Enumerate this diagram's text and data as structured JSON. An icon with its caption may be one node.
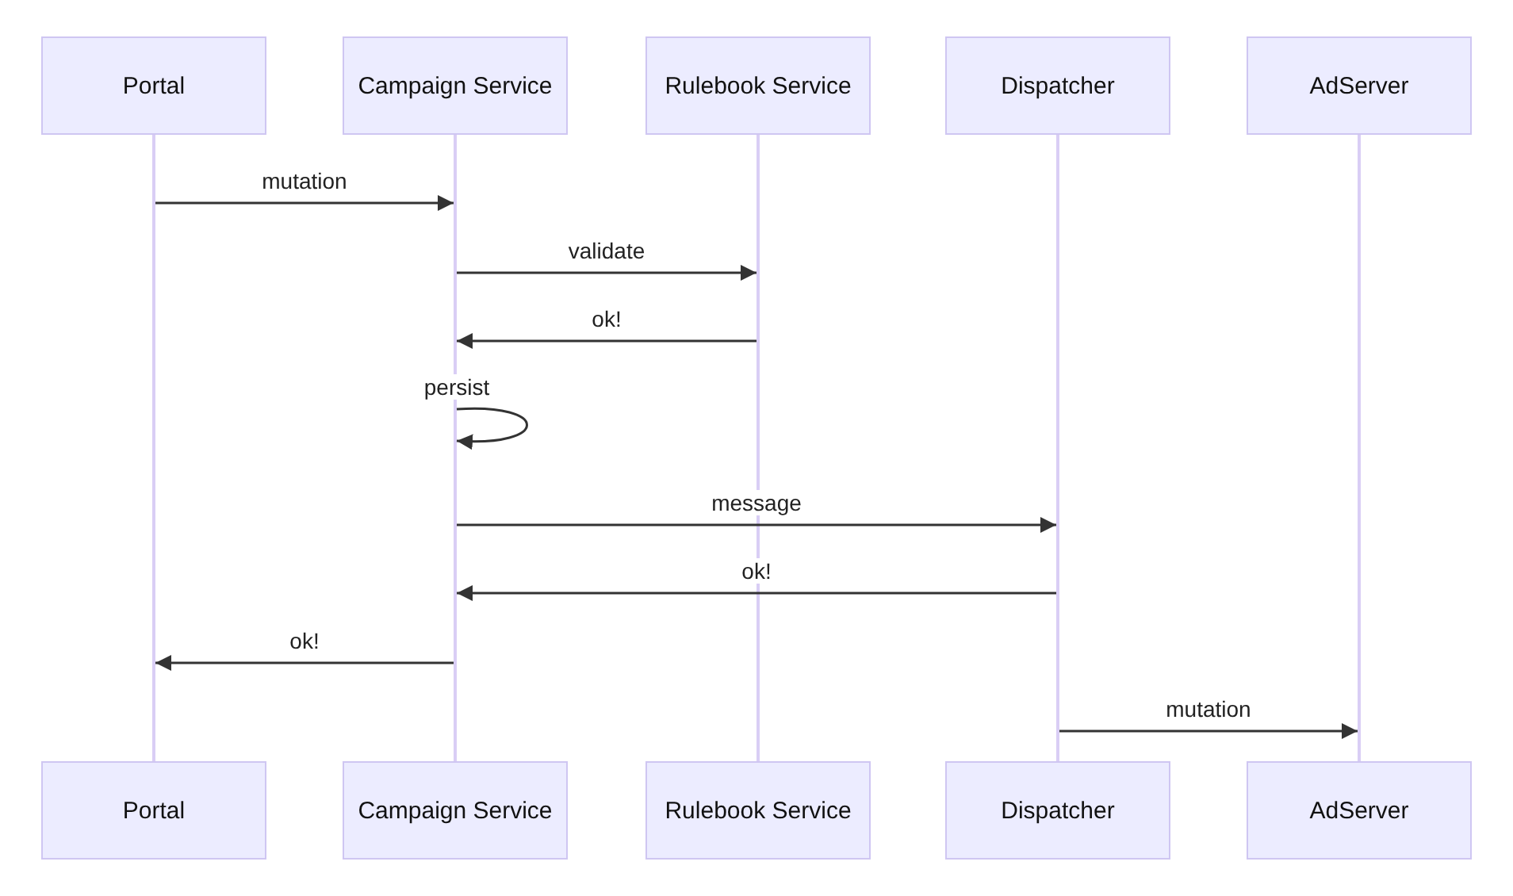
{
  "diagram": {
    "nodes": [
      {
        "text": [
          "Portal"
        ]
      },
      {
        "text": [
          "Campaign Service"
        ]
      },
      {
        "text": [
          "Rulebook Service"
        ]
      },
      {
        "text": [
          "Dispatcher"
        ]
      },
      {
        "text": [
          "AdServer"
        ]
      },
      {
        "text": [],
        "shape": "line"
      },
      {
        "text": [],
        "shape": "line"
      },
      {
        "text": [],
        "shape": "line"
      },
      {
        "text": [],
        "shape": "line"
      },
      {
        "text": [],
        "shape": "line"
      },
      {
        "text": [
          "Portal"
        ]
      },
      {
        "text": [
          "Campaign Service"
        ]
      },
      {
        "text": [
          "Rulebook Service"
        ]
      },
      {
        "text": [
          "Dispatcher"
        ]
      },
      {
        "text": [
          "AdServer"
        ]
      }
    ],
    "edges": [
      {
        "from": 5,
        "to": 6,
        "arrow": "to",
        "label": "mutation"
      },
      {
        "from": 6,
        "to": 7,
        "arrow": "to",
        "label": "validate"
      },
      {
        "from": 7,
        "to": 6,
        "arrow": "to",
        "label": "ok!"
      },
      {
        "from": 6,
        "to": 6,
        "arrow": "to",
        "label": "persist"
      },
      {
        "from": 6,
        "to": 8,
        "arrow": "to",
        "label": "message"
      },
      {
        "from": 8,
        "to": 6,
        "arrow": "to",
        "label": "ok!"
      },
      {
        "from": 6,
        "to": 5,
        "arrow": "to",
        "label": "ok!"
      },
      {
        "from": 8,
        "to": 9,
        "arrow": "to",
        "label": "mutation"
      }
    ]
  }
}
